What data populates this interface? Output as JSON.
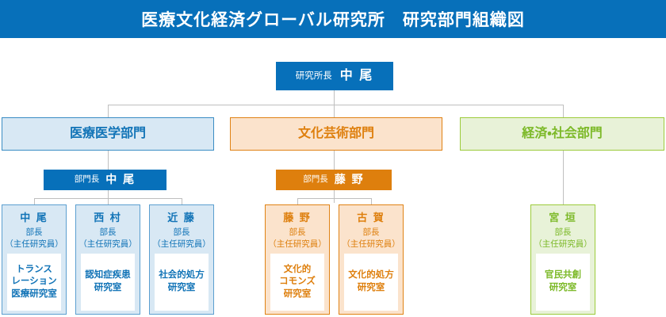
{
  "header": {
    "title": "医療文化経済グローバル研究所　研究部門組織図",
    "bg_color": "#0770ba",
    "text_color": "#ffffff"
  },
  "colors": {
    "blue": "#0770ba",
    "blue_light": "#d8e8f4",
    "blue_border": "#5b9fd0",
    "blue_text": "#1274b7",
    "orange": "#de7f0d",
    "orange_light": "#fbe3cc",
    "orange_border": "#e08214",
    "green": "#7cb928",
    "green_light": "#e8f2d8",
    "green_border": "#9ccb3b",
    "line": "#bfbfbf"
  },
  "director": {
    "role": "研究所長",
    "name": "中 尾"
  },
  "departments": [
    {
      "id": "medical",
      "label": "医療医学部門",
      "color": "blue",
      "chief": {
        "role": "部門長",
        "name": "中 尾"
      },
      "members": [
        {
          "name": "中 尾",
          "title": "部長",
          "subtitle": "（主任研究員）",
          "lab": "トランス\nレーション\n医療研究室"
        },
        {
          "name": "西 村",
          "title": "部長",
          "subtitle": "（主任研究員）",
          "lab": "認知症疾患\n研究室"
        },
        {
          "name": "近 藤",
          "title": "部長",
          "subtitle": "（主任研究員）",
          "lab": "社会的処方\n研究室"
        }
      ]
    },
    {
      "id": "culture",
      "label": "文化芸術部門",
      "color": "orange",
      "chief": {
        "role": "部門長",
        "name": "藤 野"
      },
      "members": [
        {
          "name": "藤 野",
          "title": "部長",
          "subtitle": "（主任研究員）",
          "lab": "文化的\nコモンズ\n研究室"
        },
        {
          "name": "古 賀",
          "title": "部長",
          "subtitle": "（主任研究員）",
          "lab": "文化的処方\n研究室"
        }
      ]
    },
    {
      "id": "economy",
      "label": "経済・社会部門",
      "color": "green",
      "chief": null,
      "members": [
        {
          "name": "宮 垣",
          "title": "部長",
          "subtitle": "（主任研究員）",
          "lab": "官民共創\n研究室"
        }
      ]
    }
  ]
}
